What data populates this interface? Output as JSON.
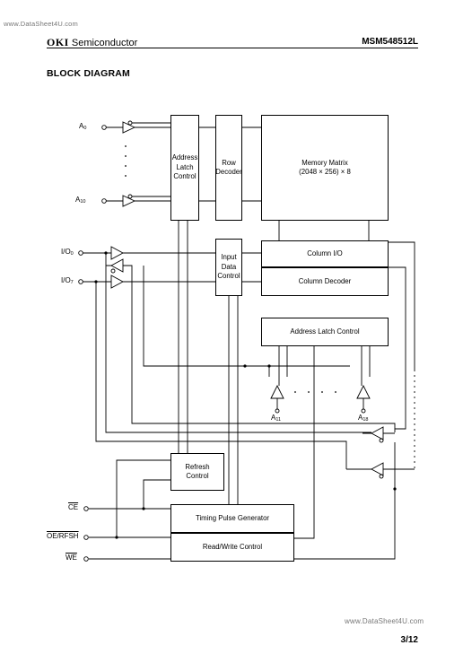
{
  "watermark_top": "www.DataSheet4U.com",
  "watermark_bottom": "www.DataSheet4U.com",
  "header": {
    "brand_logo": "OKI",
    "brand_text": "Semiconductor",
    "part_number": "MSM548512L"
  },
  "section_title": "BLOCK DIAGRAM",
  "blocks": {
    "address_latch": "Address\nLatch\nControl",
    "row_decoder": "Row\nDecoder",
    "memory_matrix": "Memory Matrix\n(2048 × 256) × 8",
    "column_io": "Column I/O",
    "input_data_control": "Input\nData\nControl",
    "column_decoder": "Column Decoder",
    "address_latch_control": "Address Latch Control",
    "refresh_control": "Refresh\nControl",
    "timing_pulse_generator": "Timing Pulse Generator",
    "read_write_control": "Read/Write Control"
  },
  "pins": {
    "a0": {
      "base": "A",
      "sub": "0"
    },
    "a10": {
      "base": "A",
      "sub": "10"
    },
    "io0": {
      "base": "I/O",
      "sub": "0"
    },
    "io7": {
      "base": "I/O",
      "sub": "7"
    },
    "a11": {
      "base": "A",
      "sub": "11"
    },
    "a18": {
      "base": "A",
      "sub": "18"
    },
    "ce": "CE",
    "oe_rfsh": "OE/RFSH",
    "we": "WE"
  },
  "page_number": "3/12"
}
